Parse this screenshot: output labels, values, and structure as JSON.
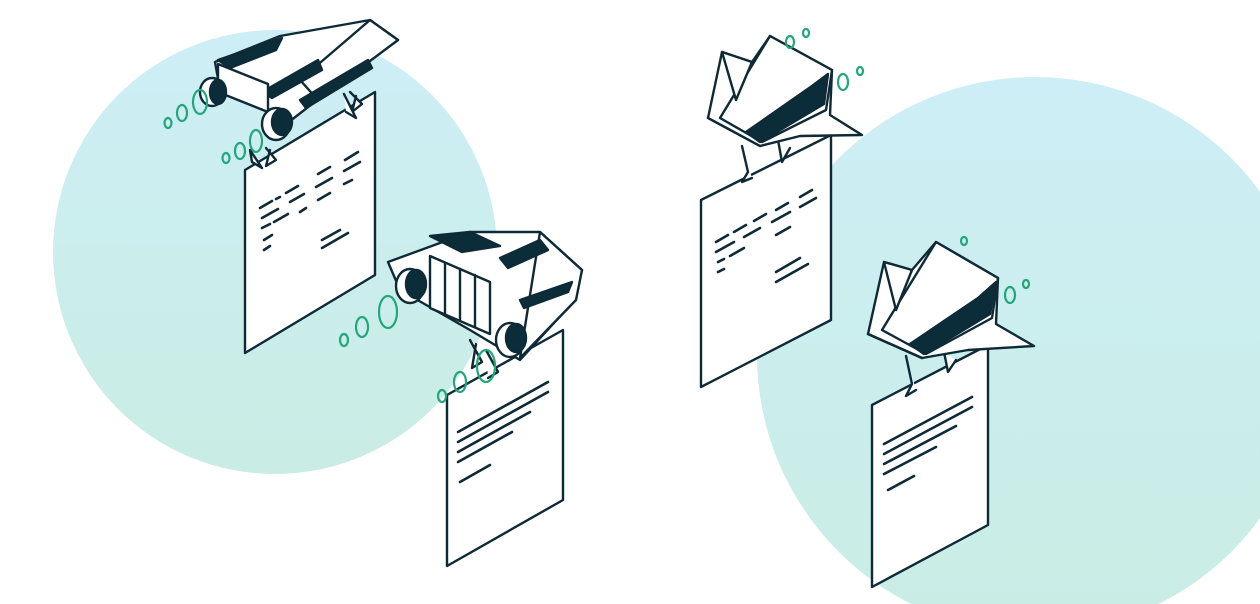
{
  "colors": {
    "background": "#ffffff",
    "circle_top": "#cdeef6",
    "circle_bottom": "#c9ede4",
    "outline": "#0e2a36",
    "dark_fill": "#0b2d3a",
    "page_fill": "#ffffff",
    "exhaust_rings": "#23a77a"
  },
  "illustration": {
    "groups": [
      {
        "name": "left-cluster",
        "robots": [
          {
            "kind": "wheeled-robot",
            "document": "code-page"
          },
          {
            "kind": "boxy-robot",
            "document": "text-page"
          }
        ]
      },
      {
        "name": "right-cluster",
        "robots": [
          {
            "kind": "paper-plane-drone",
            "document": "code-page"
          },
          {
            "kind": "paper-plane-drone",
            "document": "text-page"
          }
        ]
      }
    ]
  }
}
